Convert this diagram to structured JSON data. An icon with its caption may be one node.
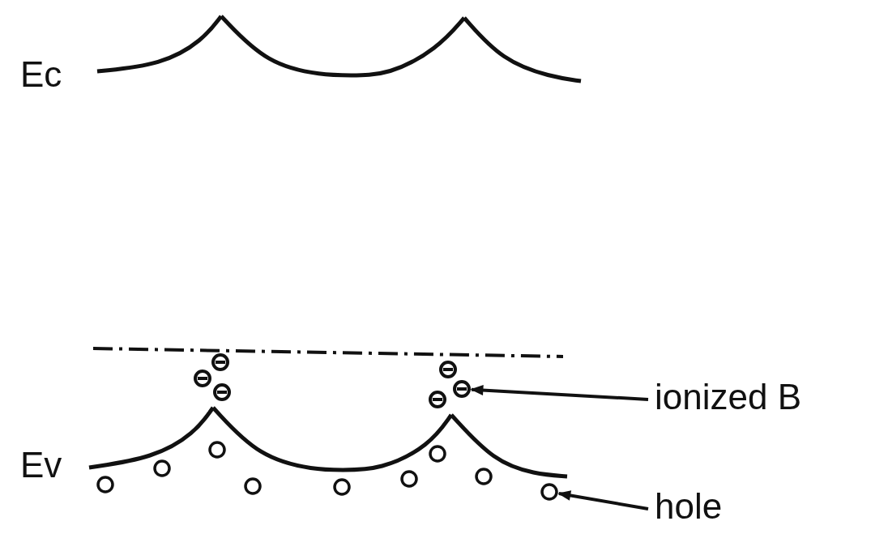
{
  "diagram": {
    "nodes": [
      {
        "text": [
          "ionized B"
        ]
      },
      {
        "text": [
          "hole"
        ]
      },
      {
        "text": [],
        "shape": "circle"
      },
      {
        "text": [],
        "shape": "circle"
      },
      {
        "text": [],
        "shape": "circle"
      },
      {
        "text": [],
        "shape": "circle"
      },
      {
        "text": [],
        "shape": "circle"
      },
      {
        "text": [],
        "shape": "circle"
      },
      {
        "text": [],
        "shape": "circle"
      },
      {
        "text": [],
        "shape": "circle"
      },
      {
        "text": [],
        "shape": "circle"
      },
      {
        "text": [],
        "shape": "circle"
      },
      {
        "text": [],
        "shape": "circle"
      },
      {
        "text": [],
        "shape": "circle"
      },
      {
        "text": [],
        "shape": "circle"
      },
      {
        "text": [],
        "shape": "circle"
      },
      {
        "text": [],
        "shape": "circle"
      }
    ],
    "edges": [
      {
        "from": 0,
        "to": 7,
        "arrow": "to"
      },
      {
        "from": 1,
        "to": 16,
        "arrow": "to"
      }
    ],
    "labels": [
      "Ec",
      "Ev"
    ]
  }
}
